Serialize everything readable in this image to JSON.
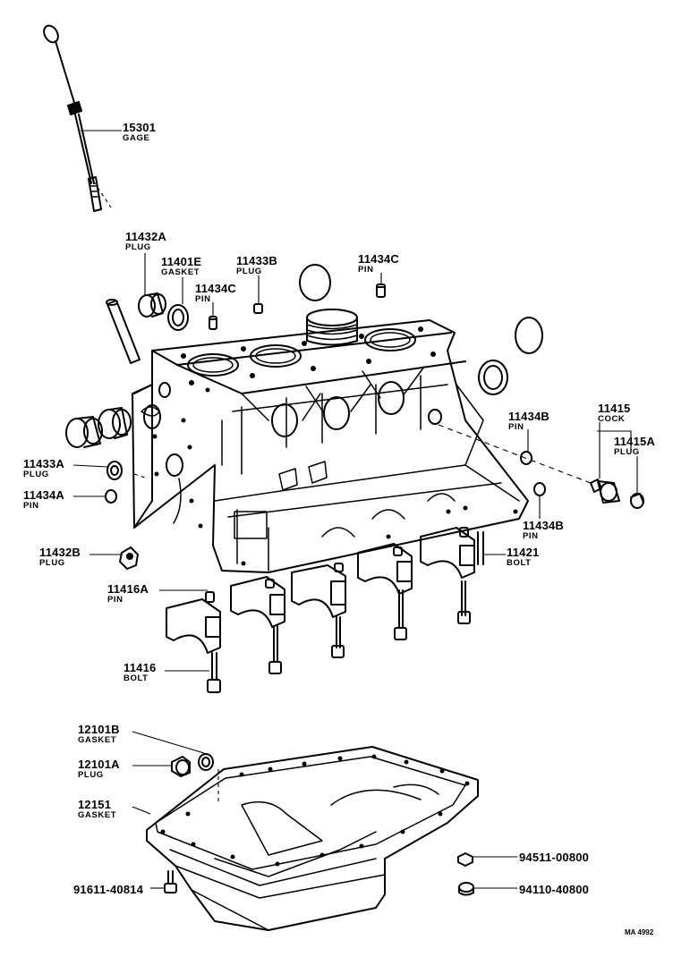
{
  "labels": [
    {
      "id": "p15301",
      "number": "15301",
      "name": "GAGE"
    },
    {
      "id": "p11432A",
      "number": "11432A",
      "name": "PLUG"
    },
    {
      "id": "p11401E",
      "number": "11401E",
      "name": "GASKET"
    },
    {
      "id": "p11433B",
      "number": "11433B",
      "name": "PLUG"
    },
    {
      "id": "p11434C1",
      "number": "11434C",
      "name": "PIN"
    },
    {
      "id": "p11434C2",
      "number": "11434C",
      "name": "PIN"
    },
    {
      "id": "p11434B1",
      "number": "11434B",
      "name": "PIN"
    },
    {
      "id": "p11415",
      "number": "11415",
      "name": "COCK"
    },
    {
      "id": "p11415A",
      "number": "11415A",
      "name": "PLUG"
    },
    {
      "id": "p11433A",
      "number": "11433A",
      "name": "PLUG"
    },
    {
      "id": "p11434A",
      "number": "11434A",
      "name": "PIN"
    },
    {
      "id": "p11434B2",
      "number": "11434B",
      "name": "PIN"
    },
    {
      "id": "p11432B",
      "number": "11432B",
      "name": "PLUG"
    },
    {
      "id": "p11421",
      "number": "11421",
      "name": "BOLT"
    },
    {
      "id": "p11416A",
      "number": "11416A",
      "name": "PIN"
    },
    {
      "id": "p11416",
      "number": "11416",
      "name": "BOLT"
    },
    {
      "id": "p12101B",
      "number": "12101B",
      "name": "GASKET"
    },
    {
      "id": "p12101A",
      "number": "12101A",
      "name": "PLUG"
    },
    {
      "id": "p12151",
      "number": "12151",
      "name": "GASKET"
    },
    {
      "id": "p91611",
      "number": "91611-40814",
      "name": ""
    },
    {
      "id": "p94511",
      "number": "94511-00800",
      "name": ""
    },
    {
      "id": "p94110",
      "number": "94110-40800",
      "name": ""
    }
  ],
  "drawing_code": "MA 4992"
}
